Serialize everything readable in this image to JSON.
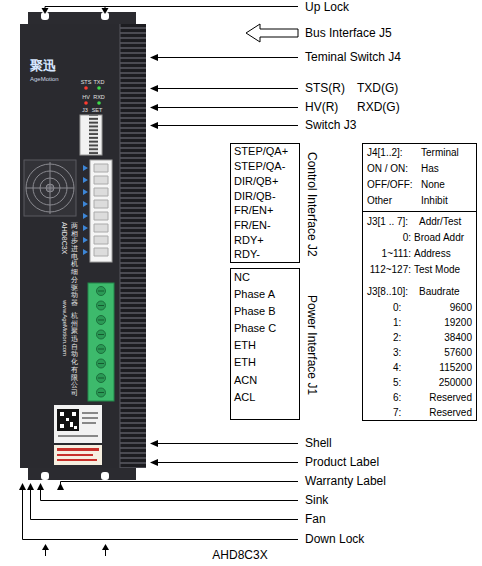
{
  "diagram": {
    "caption": "AHD8C3X",
    "nodes": [
      {
        "text": [
          "STEP/QA+",
          "STEP/QA-",
          "DIR/QB+",
          "DIR/QB-",
          "FR/EN+",
          "FR/EN-",
          "RDY+",
          "RDY-",
          "Control Interface J2"
        ]
      },
      {
        "text": [
          "NC",
          "Phase A",
          "Phase B",
          "Phase C",
          "ETH",
          "ETH",
          "ACN",
          "ACL",
          "Power Interface J1"
        ]
      },
      {
        "text": [
          "J4[1..2]:",
          "Terminal",
          "ON / ON:",
          "Has",
          "OFF/OFF:",
          "None",
          "Other",
          "Inhibit",
          "J3[1 .. 7]:",
          "Addr/Test",
          "0:",
          "Broad Addr",
          "1~111:",
          "Address",
          "112~127:",
          "Test Mode",
          "J3[8..10]:",
          "Baudrate",
          "0:",
          "9600",
          "1:",
          "19200",
          "2:",
          "38400",
          "3:",
          "57600",
          "4:",
          "115200",
          "5:",
          "250000",
          "6:",
          "Reserved",
          "7:",
          "Reserved"
        ]
      }
    ],
    "labels": [
      "Up Lock",
      "Bus Interface J5",
      "Teminal Switch J4",
      "STS(R)",
      "TXD(G)",
      "HV(R)",
      "RXD(G)",
      "Switch J3",
      "Shell",
      "Product Label",
      "Warranty Label",
      "Sink",
      "Fan",
      "Down Lock",
      "聚迅",
      "AgeMotion",
      "STS",
      "TXD",
      "HV",
      "RXD",
      "J3",
      "SET",
      "AHD8C3X",
      "两相步进电机细分驱动器",
      "www.AgeMotion.com",
      "杭州聚迅自动化有限公司"
    ]
  }
}
